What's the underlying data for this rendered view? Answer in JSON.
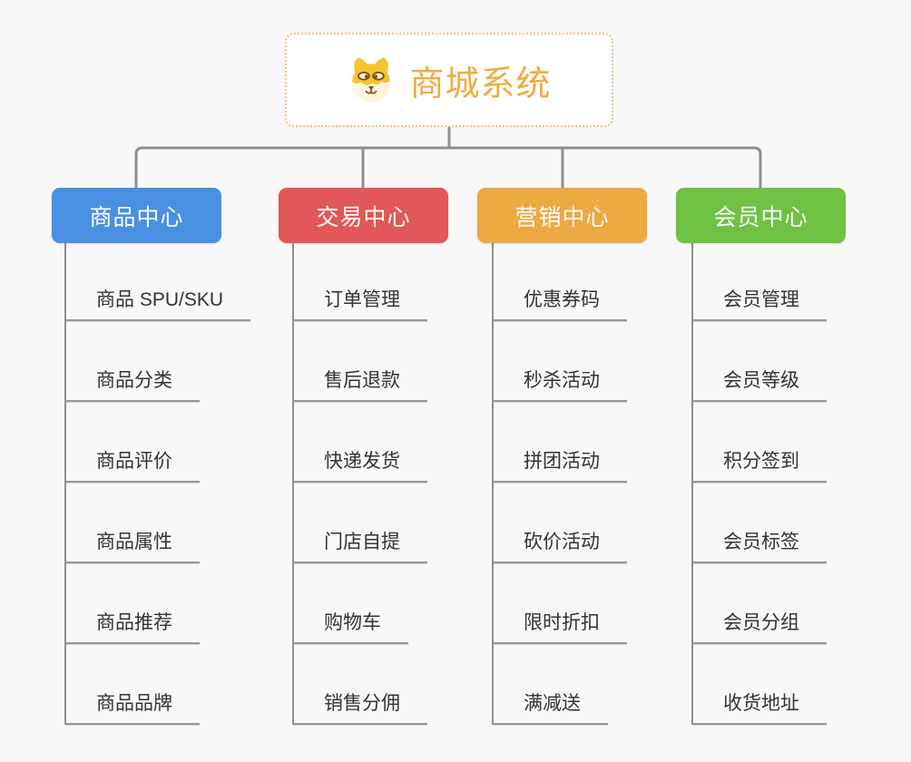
{
  "root": {
    "title": "商城系统",
    "icon": "doge-icon"
  },
  "branches": [
    {
      "label": "商品中心",
      "color": "#4a90e2",
      "children": [
        "商品 SPU/SKU",
        "商品分类",
        "商品评价",
        "商品属性",
        "商品推荐",
        "商品品牌"
      ]
    },
    {
      "label": "交易中心",
      "color": "#e25757",
      "children": [
        "订单管理",
        "售后退款",
        "快递发货",
        "门店自提",
        "购物车",
        "销售分佣"
      ]
    },
    {
      "label": "营销中心",
      "color": "#eda942",
      "children": [
        "优惠券码",
        "秒杀活动",
        "拼团活动",
        "砍价活动",
        "限时折扣",
        "满减送"
      ]
    },
    {
      "label": "会员中心",
      "color": "#6fc143",
      "children": [
        "会员管理",
        "会员等级",
        "积分签到",
        "会员标签",
        "会员分组",
        "收货地址"
      ]
    }
  ],
  "colors": {
    "canvas_bg": "#f8f8f8",
    "connector": "#8f8f8f",
    "item_underline": "#979797",
    "item_text": "#333333",
    "root_accent": "#f0ab41",
    "root_border": "#f5c37a"
  }
}
